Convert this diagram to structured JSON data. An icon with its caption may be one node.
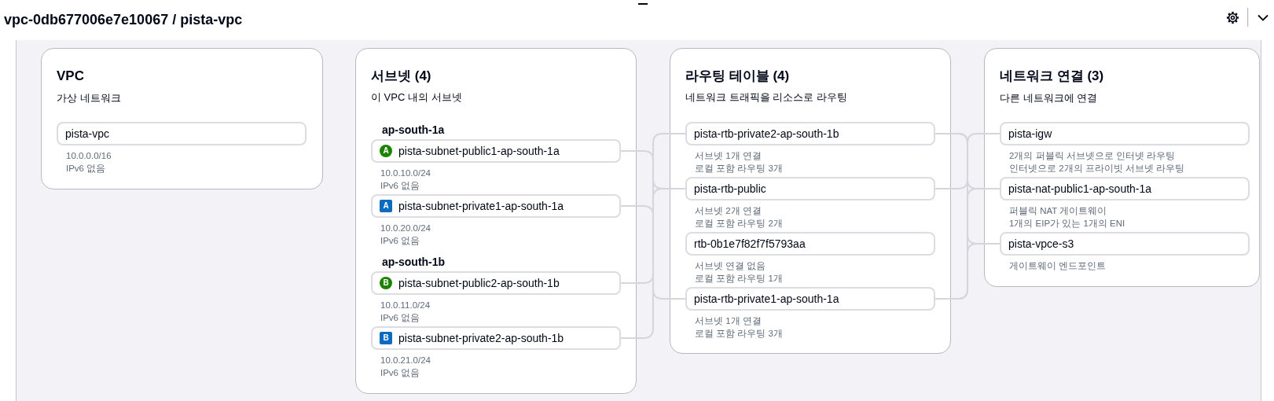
{
  "diagram": {
    "title": "vpc-0db677006e7e10067 / pista-vpc",
    "nodes": [
      {
        "text": [
          "VPC",
          "가상 네트워크"
        ]
      },
      {
        "text": [
          "pista-vpc"
        ],
        "beside": [
          "10.0.0.0/16",
          "IPv6 없음"
        ],
        "in": 0
      },
      {
        "text": [
          "서브넷 (4)",
          "이 VPC 내의 서브넷",
          "ap-south-1a",
          "ap-south-1b"
        ]
      },
      {
        "text": [
          "A",
          "pista-subnet-public1-ap-south-1a"
        ],
        "beside": [
          "10.0.10.0/24",
          "IPv6 없음"
        ],
        "in": 2
      },
      {
        "text": [
          "A",
          "pista-subnet-private1-ap-south-1a"
        ],
        "beside": [
          "10.0.20.0/24",
          "IPv6 없음"
        ],
        "in": 2
      },
      {
        "text": [
          "B",
          "pista-subnet-public2-ap-south-1b"
        ],
        "beside": [
          "10.0.11.0/24",
          "IPv6 없음"
        ],
        "in": 2
      },
      {
        "text": [
          "B",
          "pista-subnet-private2-ap-south-1b"
        ],
        "beside": [
          "10.0.21.0/24",
          "IPv6 없음"
        ],
        "in": 2
      },
      {
        "text": [
          "라우팅 테이블 (4)",
          "네트워크 트래픽을 리소스로 라우팅"
        ]
      },
      {
        "text": [
          "pista-rtb-private2-ap-south-1b"
        ],
        "beside": [
          "서브넷 1개 연결",
          "로컬 포함 라우팅 3개"
        ],
        "in": 7
      },
      {
        "text": [
          "pista-rtb-public"
        ],
        "beside": [
          "서브넷 2개 연결",
          "로컬 포함 라우팅 2개"
        ],
        "in": 7
      },
      {
        "text": [
          "rtb-0b1e7f82f7f5793aa"
        ],
        "beside": [
          "서브넷 연결 없음",
          "로컬 포함 라우팅 1개"
        ],
        "in": 7
      },
      {
        "text": [
          "pista-rtb-private1-ap-south-1a"
        ],
        "beside": [
          "서브넷 1개 연결",
          "로컬 포함 라우팅 3개"
        ],
        "in": 7
      },
      {
        "text": [
          "네트워크 연결 (3)",
          "다른 네트워크에 연결"
        ]
      },
      {
        "text": [
          "pista-igw"
        ],
        "beside": [
          "2개의 퍼블릭 서브넷으로 인터넷 라우팅",
          "인터넷으로 2개의 프라이빗 서브넷 라우팅"
        ],
        "in": 12
      },
      {
        "text": [
          "pista-nat-public1-ap-south-1a"
        ],
        "beside": [
          "퍼블릭 NAT 게이트웨이",
          "1개의 EIP가 있는 1개의 ENI"
        ],
        "in": 12
      },
      {
        "text": [
          "pista-vpce-s3"
        ],
        "beside": [
          "게이트웨이 엔드포인트"
        ],
        "in": 12
      }
    ],
    "edges": [
      {
        "from": 3,
        "to": 9,
        "arrow": "none"
      },
      {
        "from": 4,
        "to": 11,
        "arrow": "none"
      },
      {
        "from": 5,
        "to": 9,
        "arrow": "none"
      },
      {
        "from": 6,
        "to": 8,
        "arrow": "none"
      },
      {
        "from": 8,
        "to": 14,
        "arrow": "none"
      },
      {
        "from": 8,
        "to": 15,
        "arrow": "none"
      },
      {
        "from": 9,
        "to": 13,
        "arrow": "none"
      },
      {
        "from": 11,
        "to": 14,
        "arrow": "none"
      },
      {
        "from": 11,
        "to": 15,
        "arrow": "none"
      }
    ]
  }
}
